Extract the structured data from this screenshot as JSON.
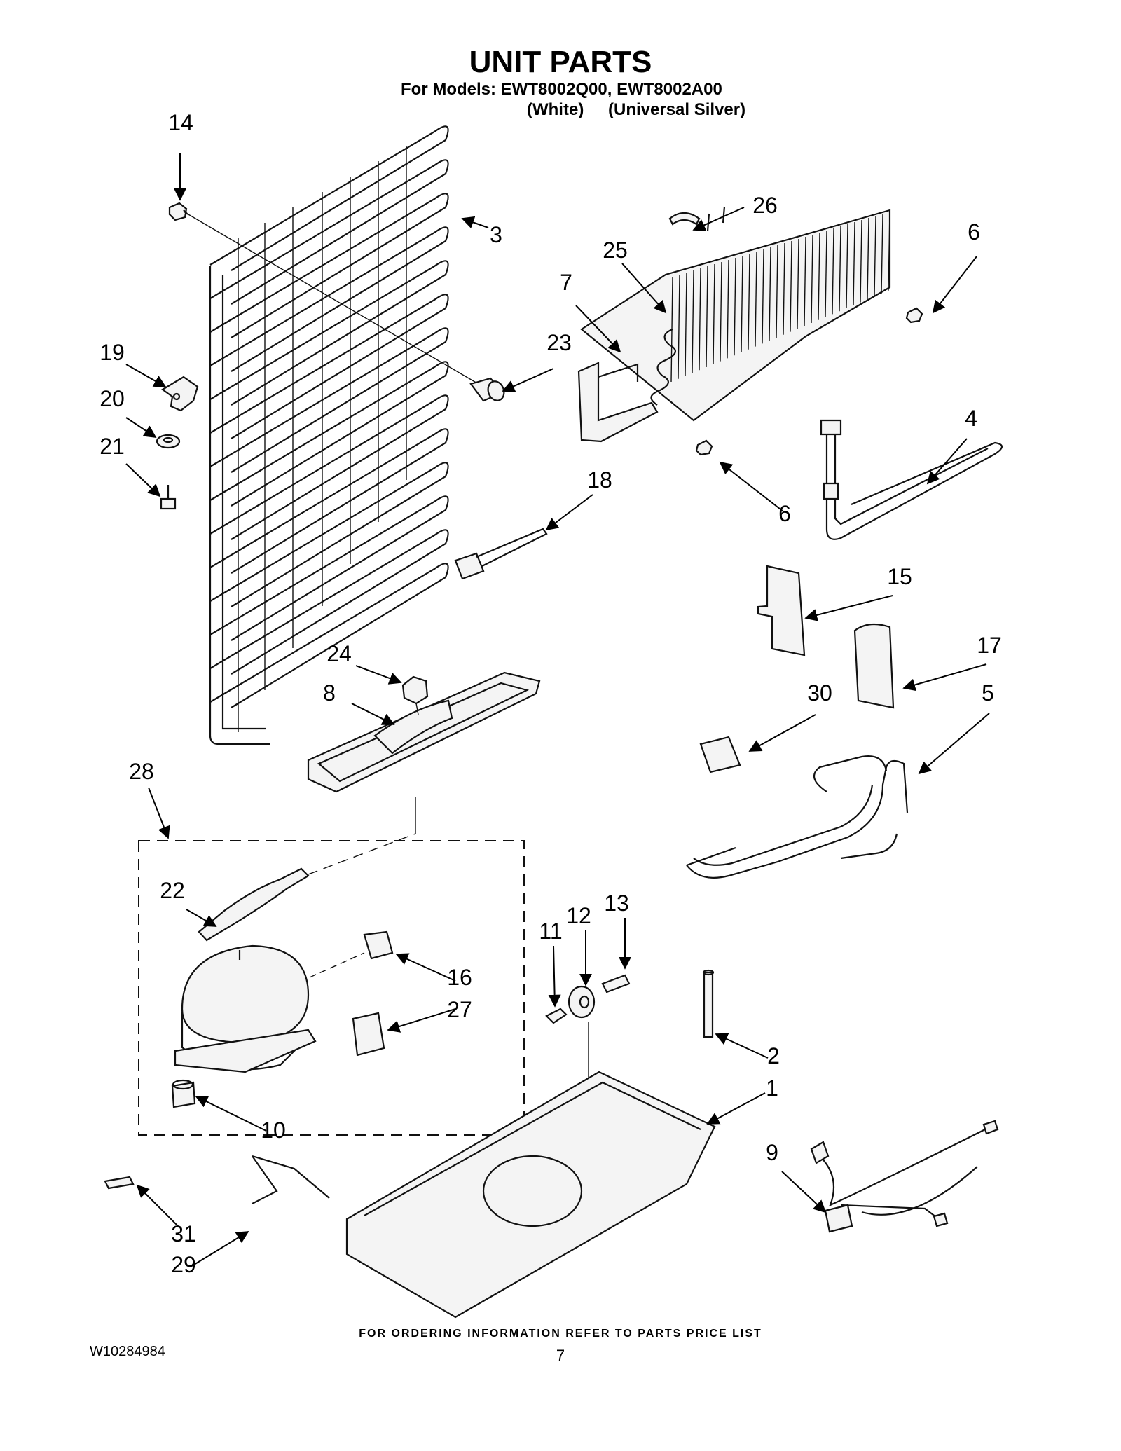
{
  "header": {
    "title": "UNIT PARTS",
    "models_line": "For Models: EWT8002Q00, EWT8002A00",
    "color_white": "(White)",
    "color_silver": "(Universal Silver)"
  },
  "footer": {
    "ordering_note": "FOR ORDERING INFORMATION REFER TO PARTS PRICE LIST",
    "document_number": "W10284984",
    "page_number": "7"
  },
  "callouts": [
    {
      "id": "c14",
      "label": "14"
    },
    {
      "id": "c3",
      "label": "3"
    },
    {
      "id": "c26",
      "label": "26"
    },
    {
      "id": "c6a",
      "label": "6"
    },
    {
      "id": "c25",
      "label": "25"
    },
    {
      "id": "c7",
      "label": "7"
    },
    {
      "id": "c19",
      "label": "19"
    },
    {
      "id": "c23",
      "label": "23"
    },
    {
      "id": "c20",
      "label": "20"
    },
    {
      "id": "c4",
      "label": "4"
    },
    {
      "id": "c21",
      "label": "21"
    },
    {
      "id": "c18",
      "label": "18"
    },
    {
      "id": "c6b",
      "label": "6"
    },
    {
      "id": "c15",
      "label": "15"
    },
    {
      "id": "c24",
      "label": "24"
    },
    {
      "id": "c17",
      "label": "17"
    },
    {
      "id": "c8",
      "label": "8"
    },
    {
      "id": "c30",
      "label": "30"
    },
    {
      "id": "c5",
      "label": "5"
    },
    {
      "id": "c28",
      "label": "28"
    },
    {
      "id": "c22",
      "label": "22"
    },
    {
      "id": "c13",
      "label": "13"
    },
    {
      "id": "c12",
      "label": "12"
    },
    {
      "id": "c11",
      "label": "11"
    },
    {
      "id": "c16",
      "label": "16"
    },
    {
      "id": "c27",
      "label": "27"
    },
    {
      "id": "c2",
      "label": "2"
    },
    {
      "id": "c1",
      "label": "1"
    },
    {
      "id": "c10",
      "label": "10"
    },
    {
      "id": "c9",
      "label": "9"
    },
    {
      "id": "c31",
      "label": "31"
    },
    {
      "id": "c29",
      "label": "29"
    }
  ]
}
